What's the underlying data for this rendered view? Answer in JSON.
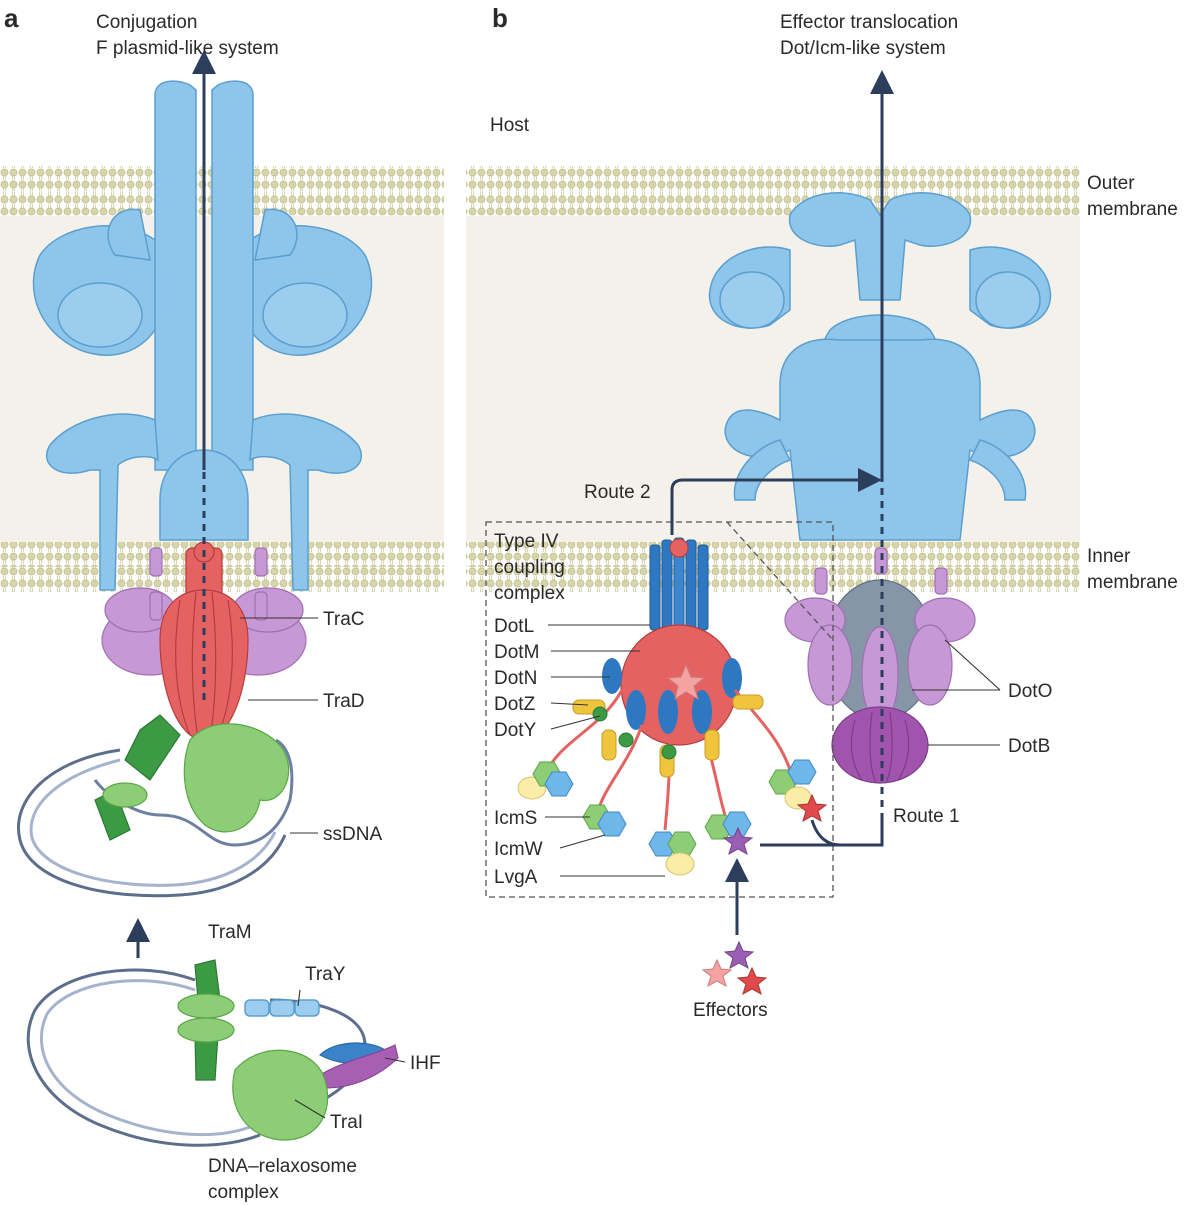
{
  "panel_a": {
    "letter": "a",
    "title_line1": "Conjugation",
    "title_line2": "F plasmid-like system",
    "labels": {
      "trac": "TraC",
      "trad": "TraD",
      "ssdna": "ssDNA",
      "tram": "TraM",
      "tray": "TraY",
      "ihf": "IHF",
      "trai": "TraI",
      "relax_line1": "DNA–relaxosome",
      "relax_line2": "complex"
    }
  },
  "panel_b": {
    "letter": "b",
    "title_line1": "Effector translocation",
    "title_line2": "Dot/Icm-like system",
    "host": "Host",
    "outer_line1": "Outer",
    "outer_line2": "membrane",
    "inner_line1": "Inner",
    "inner_line2": "membrane",
    "route2": "Route 2",
    "route1": "Route 1",
    "t4cc_line1": "Type IV",
    "t4cc_line2": "coupling",
    "t4cc_line3": "complex",
    "components": [
      "DotL",
      "DotM",
      "DotN",
      "DotZ",
      "DotY"
    ],
    "adaptors": [
      "IcmS",
      "IcmW",
      "LvgA"
    ],
    "doto": "DotO",
    "dotb": "DotB",
    "effectors": "Effectors"
  },
  "colors": {
    "membrane": "#d9d7b2",
    "periplasm": "#f3f1ea",
    "core_complex": "#8ec5ea",
    "atpase": "#c798d6",
    "coupling_protein": "#e46262",
    "arrow": "#2c3e5c"
  }
}
